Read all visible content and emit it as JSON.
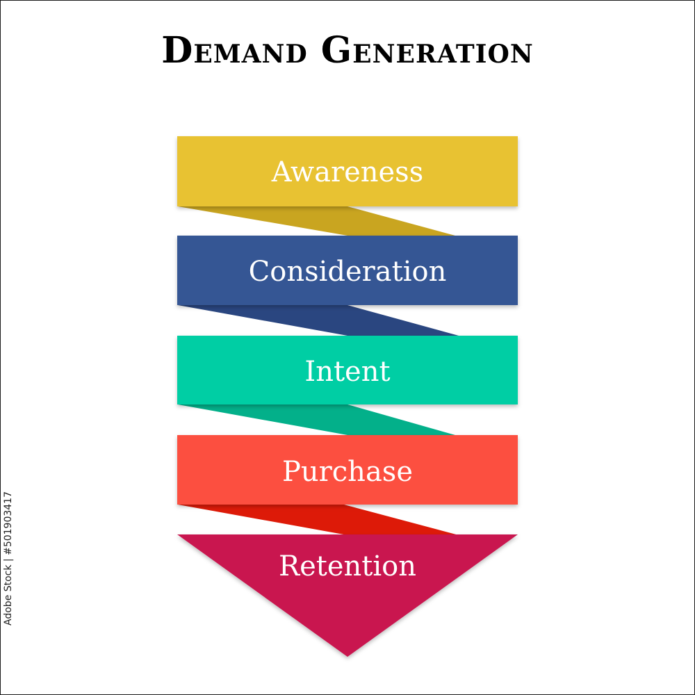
{
  "title": "Demand Generation",
  "stages": [
    {
      "label": "Awareness",
      "color": "#e8c232",
      "fold_color": "#c9a520"
    },
    {
      "label": "Consideration",
      "color": "#365694",
      "fold_color": "#2a4680"
    },
    {
      "label": "Intent",
      "color": "#05cea4",
      "fold_color": "#03b08a"
    },
    {
      "label": "Purchase",
      "color": "#fc5040",
      "fold_color": "#dd1a08"
    },
    {
      "label": "Retention",
      "color": "#c91650"
    }
  ],
  "credit": "Adobe Stock | #501903417"
}
